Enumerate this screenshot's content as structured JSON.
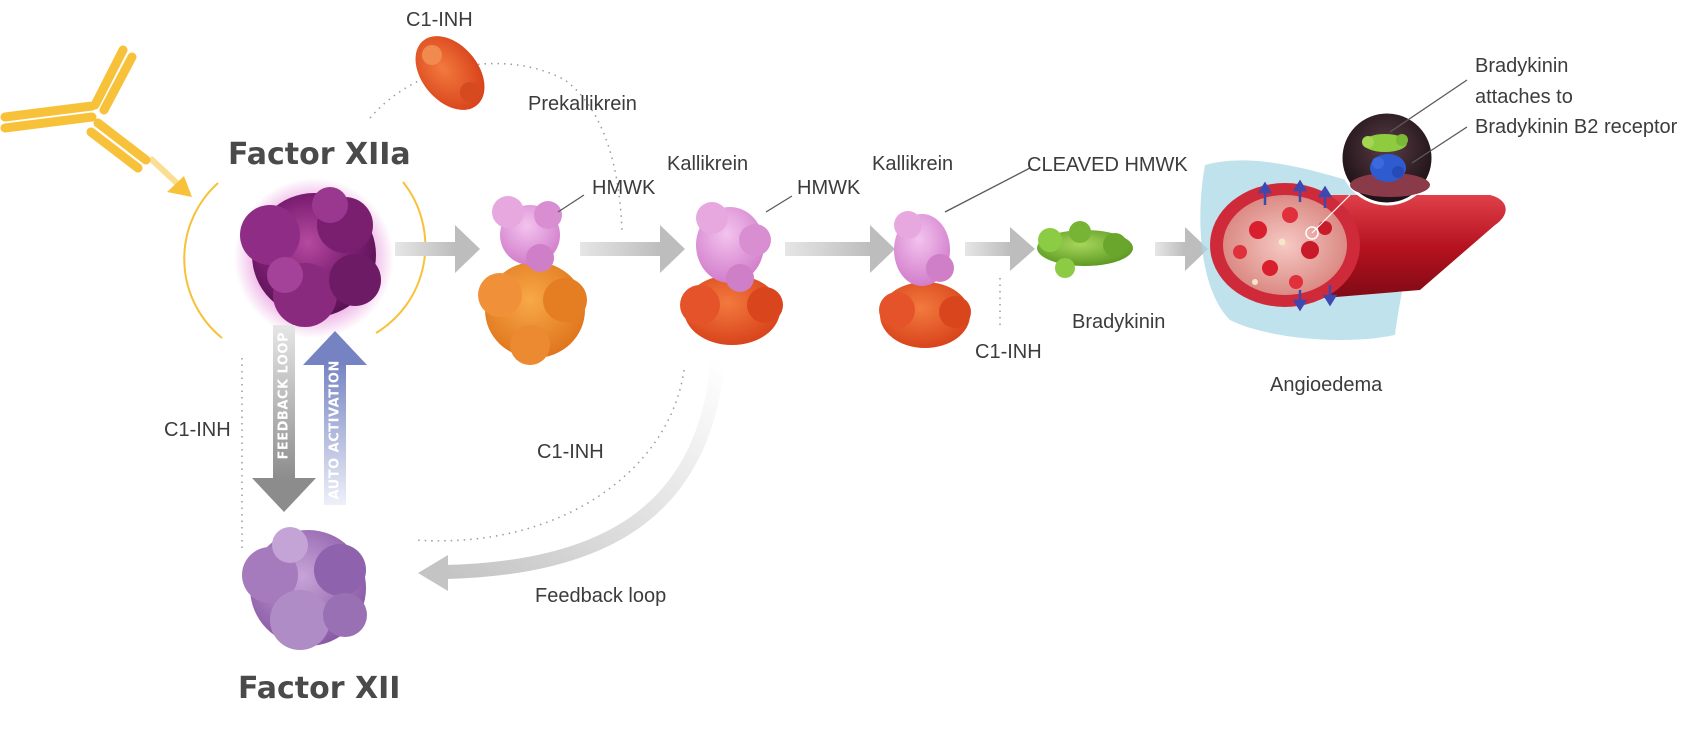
{
  "labels": {
    "c1inh_top": "C1-INH",
    "prekallikrein": "Prekallikrein",
    "factor_xiia": "Factor XIIa",
    "factor_xii": "Factor XII",
    "hmwk_1": "HMWK",
    "hmwk_2": "HMWK",
    "kallikrein_1": "Kallikrein",
    "kallikrein_2": "Kallikrein",
    "cleaved_hmwk": "CLEAVED HMWK",
    "bradykinin": "Bradykinin",
    "c1inh_right": "C1-INH",
    "c1inh_left": "C1-INH",
    "c1inh_mid": "C1-INH",
    "feedback_loop_bottom": "Feedback loop",
    "feedback_loop_vertical": "FEEDBACK LOOP",
    "auto_activation": "AUTO ACTIVATION",
    "angioedema": "Angioedema",
    "callout_line1": "Bradykinin",
    "callout_line2": "attaches to",
    "callout_line3": "Bradykinin B2 receptor"
  },
  "colors": {
    "antibody": "#f7c23a",
    "factor_xiia": "#8a2a7c",
    "factor_xii": "#9b6bb3",
    "prekallikrein_orange": "#ee8a2e",
    "kallikrein_red": "#e85a2a",
    "hmwk_pink": "#e39ad8",
    "bradykinin_green": "#7fbf3a",
    "arrow_gray": "#c8c8c8",
    "auto_activation_blue": "#7f8fc9",
    "vessel_red": "#c81e2e",
    "edema_blue": "#a9d8e6"
  }
}
